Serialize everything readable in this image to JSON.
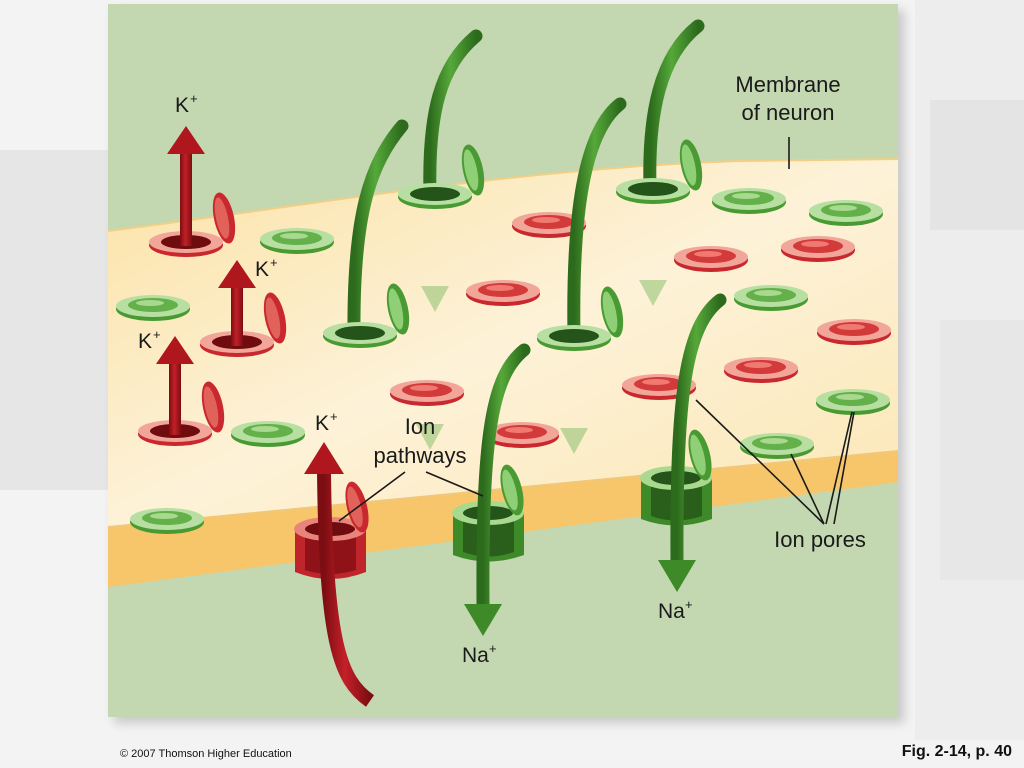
{
  "figure": {
    "label_membrane_line1": "Membrane",
    "label_membrane_line2": "of neuron",
    "label_ion_pathways_line1": "Ion",
    "label_ion_pathways_line2": "pathways",
    "label_ion_pores": "Ion pores",
    "potassium_base": "K",
    "sodium_base": "Na",
    "ion_charge": "+"
  },
  "footer": {
    "copyright": "© 2007 Thomson Higher Education",
    "figure_ref": "Fig. 2-14, p. 40"
  },
  "colors": {
    "background_green": "#c3d7b0",
    "membrane_yellow": "#fde6b0",
    "potassium_red": "#b0161e",
    "sodium_green": "#3f8a28"
  }
}
